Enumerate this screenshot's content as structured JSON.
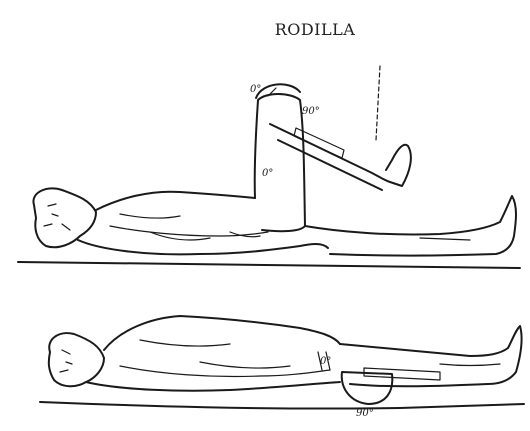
{
  "title": "RODILLA",
  "figures": [
    {
      "name": "supine-hip-knee-flexion",
      "labels": [
        "0°",
        "90°",
        "0°"
      ]
    },
    {
      "name": "prone-knee-flexion",
      "labels": [
        "0°",
        "90°"
      ]
    }
  ]
}
